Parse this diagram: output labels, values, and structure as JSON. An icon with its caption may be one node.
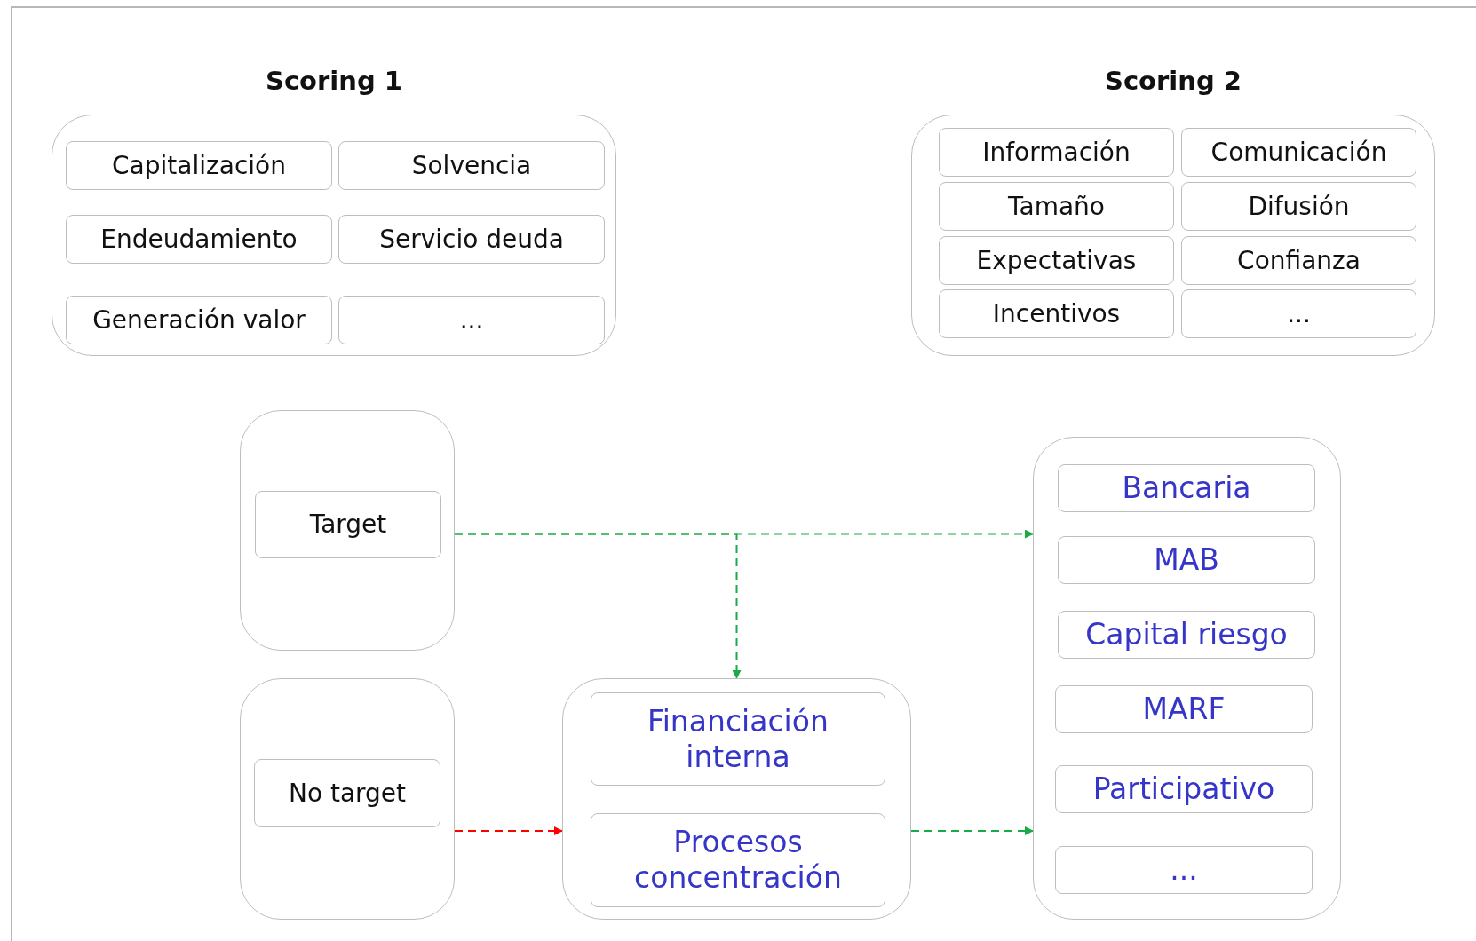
{
  "diagram": {
    "nodes": [
      {
        "text": [
          "Scoring 1"
        ]
      },
      {
        "text": [
          "Capitalización"
        ],
        "in": 0
      },
      {
        "text": [
          "Solvencia"
        ],
        "in": 0
      },
      {
        "text": [
          "Endeudamiento"
        ],
        "in": 0
      },
      {
        "text": [
          "Servicio deuda"
        ],
        "in": 0
      },
      {
        "text": [
          "Generación valor"
        ],
        "in": 0
      },
      {
        "text": [
          "..."
        ],
        "in": 0
      },
      {
        "text": [
          "Scoring 2"
        ]
      },
      {
        "text": [
          "Información"
        ],
        "in": 7
      },
      {
        "text": [
          "Comunicación"
        ],
        "in": 7
      },
      {
        "text": [
          "Tamaño"
        ],
        "in": 7
      },
      {
        "text": [
          "Difusión"
        ],
        "in": 7
      },
      {
        "text": [
          "Expectativas"
        ],
        "in": 7
      },
      {
        "text": [
          "Confianza"
        ],
        "in": 7
      },
      {
        "text": [
          "Incentivos"
        ],
        "in": 7
      },
      {
        "text": [
          "..."
        ],
        "in": 7
      },
      {
        "text": [],
        "shape": "box"
      },
      {
        "text": [
          "Target"
        ],
        "in": 16
      },
      {
        "text": [],
        "shape": "box"
      },
      {
        "text": [
          "No target"
        ],
        "in": 18
      },
      {
        "text": [],
        "shape": "box"
      },
      {
        "text": [
          "Financiación interna"
        ],
        "in": 20
      },
      {
        "text": [
          "Procesos concentración"
        ],
        "in": 20
      },
      {
        "text": [],
        "shape": "box"
      },
      {
        "text": [
          "Bancaria"
        ],
        "in": 23
      },
      {
        "text": [
          "MAB"
        ],
        "in": 23
      },
      {
        "text": [
          "Capital riesgo"
        ],
        "in": 23
      },
      {
        "text": [
          "MARF"
        ],
        "in": 23
      },
      {
        "text": [
          "Participativo"
        ],
        "in": 23
      },
      {
        "text": [
          "..."
        ],
        "in": 23
      }
    ],
    "edges": [
      {
        "from": 16,
        "to": 23,
        "arrow": "to",
        "style": "dashed"
      },
      {
        "from": 16,
        "to": 20,
        "arrow": "to",
        "style": "dashed"
      },
      {
        "from": 18,
        "to": 20,
        "arrow": "to",
        "style": "dashed",
        "color": "#ff0000"
      },
      {
        "from": 20,
        "to": 23,
        "arrow": "to",
        "style": "dashed"
      }
    ]
  }
}
